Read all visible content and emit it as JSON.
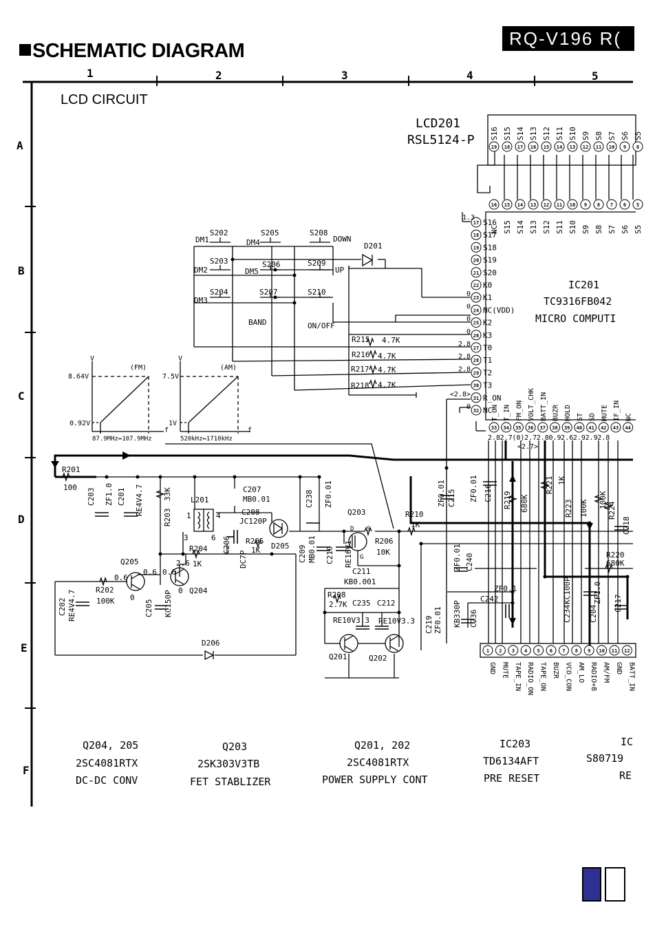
{
  "header": {
    "title": "SCHEMATIC DIAGRAM",
    "model": "RQ-V196 R("
  },
  "grid": {
    "columns": [
      "1",
      "2",
      "3",
      "4",
      "5"
    ],
    "rows": [
      "A",
      "B",
      "C",
      "D",
      "E",
      "F"
    ]
  },
  "section_title": "LCD CIRCUIT",
  "lcd": {
    "ref": "LCD201",
    "part": "RSL5124-P",
    "top_pins": [
      {
        "n": "19",
        "s": "S16"
      },
      {
        "n": "18",
        "s": "S15"
      },
      {
        "n": "17",
        "s": "S14"
      },
      {
        "n": "16",
        "s": "S13"
      },
      {
        "n": "15",
        "s": "S12"
      },
      {
        "n": "14",
        "s": "S11"
      },
      {
        "n": "13",
        "s": "S10"
      },
      {
        "n": "12",
        "s": "S9"
      },
      {
        "n": "11",
        "s": "S8"
      },
      {
        "n": "10",
        "s": "S7"
      },
      {
        "n": "9",
        "s": "S6"
      },
      {
        "n": "8",
        "s": "S5"
      }
    ]
  },
  "ic201": {
    "ref": "IC201",
    "part": "TC9316FB042",
    "desc": "MICRO COMPUTI",
    "upper_pins": [
      {
        "n": "16",
        "s": "NC"
      },
      {
        "n": "15",
        "s": "S15"
      },
      {
        "n": "14",
        "s": "S14"
      },
      {
        "n": "13",
        "s": "S13"
      },
      {
        "n": "12",
        "s": "S12"
      },
      {
        "n": "11",
        "s": "S11"
      },
      {
        "n": "10",
        "s": "S10"
      },
      {
        "n": "9",
        "s": "S9"
      },
      {
        "n": "8",
        "s": "S8"
      },
      {
        "n": "7",
        "s": "S7"
      },
      {
        "n": "6",
        "s": "S6"
      },
      {
        "n": "5",
        "s": "S5"
      }
    ],
    "left_pins": [
      {
        "n": "17",
        "s": "S16",
        "v": ""
      },
      {
        "n": "18",
        "s": "S17",
        "v": ""
      },
      {
        "n": "19",
        "s": "S18",
        "v": ""
      },
      {
        "n": "20",
        "s": "S19",
        "v": ""
      },
      {
        "n": "21",
        "s": "S20",
        "v": ""
      },
      {
        "n": "22",
        "s": "K0",
        "v": ""
      },
      {
        "n": "23",
        "s": "K1",
        "v": "0"
      },
      {
        "n": "24",
        "s": "NC(VDD)",
        "v": "0"
      },
      {
        "n": "25",
        "s": "K2",
        "v": "0"
      },
      {
        "n": "26",
        "s": "K3",
        "v": "0"
      },
      {
        "n": "27",
        "s": "T0",
        "v": "2.8"
      },
      {
        "n": "28",
        "s": "T1",
        "v": "2.8"
      },
      {
        "n": "29",
        "s": "T2",
        "v": "2.8"
      },
      {
        "n": "30",
        "s": "T3",
        "v": ""
      },
      {
        "n": "31",
        "s": "R_ON",
        "v": "<2.8>"
      },
      {
        "n": "32",
        "s": "NC",
        "v": "0"
      }
    ],
    "pin13_v": "1.3",
    "bottom_pins": [
      {
        "n": "33",
        "s": "T_ON",
        "v": "2.8"
      },
      {
        "n": "34",
        "s": "T_IN",
        "v": "2.7"
      },
      {
        "n": "35",
        "s": "FM_ON",
        "v": "(0)"
      },
      {
        "n": "36",
        "s": "VOLT_CHK",
        "v": "2.7"
      },
      {
        "n": "37",
        "s": "BATT_IN",
        "v": "2.8"
      },
      {
        "n": "38",
        "s": "BUZR",
        "v": "0.9"
      },
      {
        "n": "39",
        "s": "HOLD",
        "v": "2.6"
      },
      {
        "n": "40",
        "s": "ST",
        "v": "2.9"
      },
      {
        "n": "41",
        "s": "SD",
        "v": "2.9"
      },
      {
        "n": "42",
        "s": "MUTE",
        "v": "2.8"
      },
      {
        "n": "43",
        "s": "IF_IN",
        "v": ""
      },
      {
        "n": "44",
        "s": "NC",
        "v": ""
      }
    ],
    "bracket_v": "<2.7>"
  },
  "switches": {
    "dm": [
      "DM1",
      "DM2",
      "DM3",
      "DM4",
      "DM5"
    ],
    "refs": [
      "S202",
      "S203",
      "S204",
      "S205",
      "S206",
      "S207",
      "S208",
      "S209",
      "S210"
    ],
    "labels": [
      "DOWN",
      "UP",
      "BAND",
      "ON/OFF"
    ],
    "diode": "D201"
  },
  "key_resistors": [
    {
      "ref": "R215",
      "val": "4.7K"
    },
    {
      "ref": "R216",
      "val": "4.7K"
    },
    {
      "ref": "R217",
      "val": "4.7K"
    },
    {
      "ref": "R218",
      "val": "4.7K"
    }
  ],
  "graphs": {
    "fm": {
      "tag": "(FM)",
      "v_axis": "V",
      "f_axis": "f",
      "v_high": "8.64V",
      "v_low": "0.92V",
      "f_range": "87.9MHz↔107.9MHz"
    },
    "am": {
      "tag": "(AM)",
      "v_axis": "V",
      "f_axis": "f",
      "v_high": "7.5V",
      "v_low": "1V",
      "f_range": "520kHz↔1710kHz"
    }
  },
  "parts": {
    "R201": "R201",
    "R201v": "100",
    "C203": "C203",
    "C203v": "ZF1.0",
    "C201": "C201",
    "C201v": "RE4V4.7",
    "R203": "R203",
    "R203v": "33K",
    "L201": "L201",
    "C207": "C207",
    "C207v": "MB0.01",
    "C208": "C208",
    "C208v": "JC120P",
    "C238": "C238",
    "C238v": "ZF0.01",
    "R204": "R204",
    "R204v": "1K",
    "C206": "C206",
    "C206v": "DC7P",
    "R205": "R205",
    "R205v": "1K",
    "D205": "D205",
    "C209": "C209",
    "C209v": "MB0.01",
    "C210": "C210",
    "C210v": "RE16V1",
    "Q203": "Q203",
    "R206": "R206",
    "R206v": "10K",
    "C211": "C211",
    "C211v": "KB0.001",
    "R210": "R210",
    "R210v": "1K",
    "Q205": "Q205",
    "Q204": "Q204",
    "R202": "R202",
    "R202v": "100K",
    "C202": "C202",
    "C202v": "RE4V4.7",
    "C205": "C205",
    "C205v": "KC150P",
    "D206": "D206",
    "R208": "R208",
    "R208v": "2.7K",
    "C235": "C235",
    "C235v": "RE10V3.3",
    "C212": "C212",
    "C212v": "RE10V3.3",
    "Q201": "Q201",
    "Q202": "Q202",
    "C215": "C215",
    "C215v": "ZF0.01",
    "C216": "C216",
    "C216v": "ZF0.01",
    "R219": "R219",
    "R219v": "680K",
    "R221": "R221",
    "R221v": "1K",
    "R223": "R223",
    "R223v": "100K",
    "R224": "R224",
    "R224v": "100K",
    "C218": "C218",
    "R220": "R220",
    "R220v": "680K",
    "C240": "C240",
    "C240v": "ZF0.01",
    "C242": "C242",
    "C242v": "ZF0.1",
    "C219": "C219",
    "C219v": "ZF0.01",
    "C236": "C236",
    "C236v": "KB330P",
    "C234": "C234",
    "C234v": "KC100P",
    "C204": "C204",
    "C204v": "ZF1.0",
    "C217": "C217"
  },
  "node_voltages": [
    "0.6",
    "0.6",
    "2.6",
    "0.6",
    "0",
    "0"
  ],
  "q203_pins": [
    "D",
    "S",
    "G"
  ],
  "l201_pins": [
    "1",
    "3",
    "4",
    "6"
  ],
  "connector": [
    {
      "n": "1",
      "s": "GND"
    },
    {
      "n": "2",
      "s": "MUTE"
    },
    {
      "n": "3",
      "s": "TAPE_IN"
    },
    {
      "n": "4",
      "s": "RADIO_ON"
    },
    {
      "n": "5",
      "s": "TAPE_ON"
    },
    {
      "n": "6",
      "s": "BUZR"
    },
    {
      "n": "7",
      "s": "VCO_CON"
    },
    {
      "n": "8",
      "s": "AM_LO"
    },
    {
      "n": "9",
      "s": "RADIO+B"
    },
    {
      "n": "10",
      "s": "AM/FM"
    },
    {
      "n": "11",
      "s": "GND"
    },
    {
      "n": "12",
      "s": "BATT_IN"
    }
  ],
  "footer": [
    {
      "line1": "Q204, 205",
      "line2": "2SC4081RTX",
      "line3": "DC-DC CONV"
    },
    {
      "line1": "Q203",
      "line2": "2SK303V3TB",
      "line3": "FET STABLIZER"
    },
    {
      "line1": "Q201, 202",
      "line2": "2SC4081RTX",
      "line3": "POWER SUPPLY CONT"
    },
    {
      "line1": "IC203",
      "line2": "TD6134AFT",
      "line3": "PRE RESET"
    },
    {
      "line1": "IC",
      "line2": "S80719",
      "line3": "RE"
    }
  ],
  "colors": {
    "ink": "#000000",
    "tab_fill": "#2e3192",
    "paper": "#ffffff"
  }
}
